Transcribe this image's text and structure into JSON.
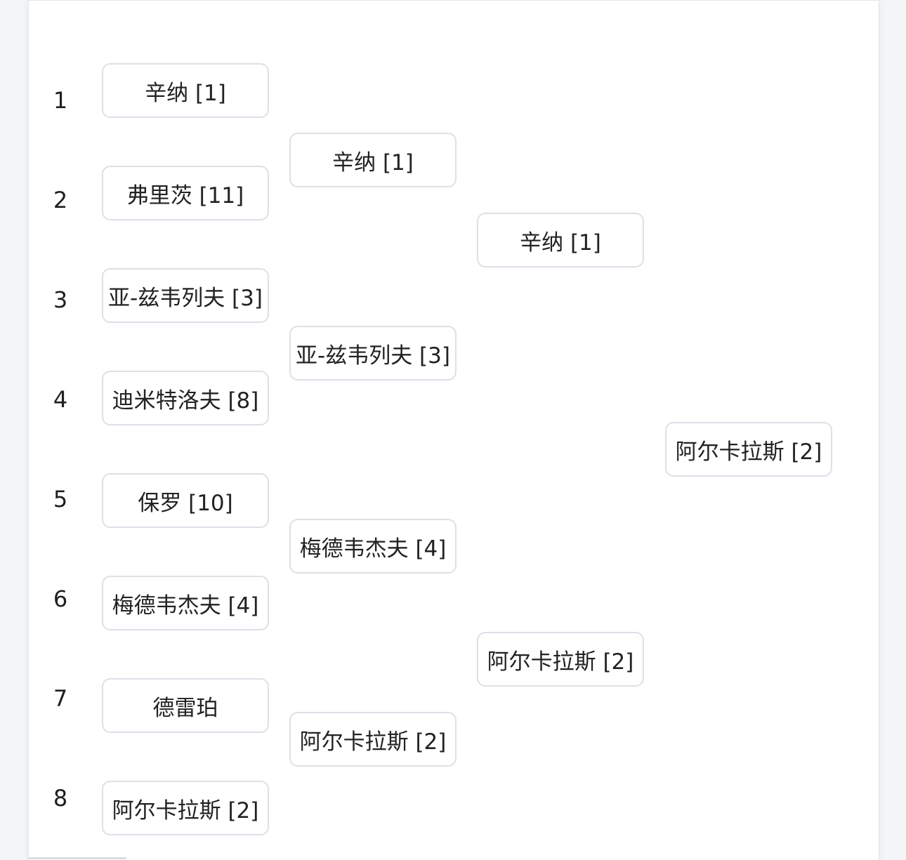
{
  "seeds": [
    "1",
    "2",
    "3",
    "4",
    "5",
    "6",
    "7",
    "8"
  ],
  "rounds": [
    {
      "players": [
        "辛纳 [1]",
        "弗里茨 [11]",
        "亚-兹韦列夫 [3]",
        "迪米特洛夫 [8]",
        "保罗 [10]",
        "梅德韦杰夫 [4]",
        "德雷珀",
        "阿尔卡拉斯 [2]"
      ]
    },
    {
      "players": [
        "辛纳 [1]",
        "亚-兹韦列夫 [3]",
        "梅德韦杰夫 [4]",
        "阿尔卡拉斯 [2]"
      ]
    },
    {
      "players": [
        "辛纳 [1]",
        "阿尔卡拉斯 [2]"
      ]
    },
    {
      "players": [
        "阿尔卡拉斯 [2]"
      ]
    }
  ]
}
